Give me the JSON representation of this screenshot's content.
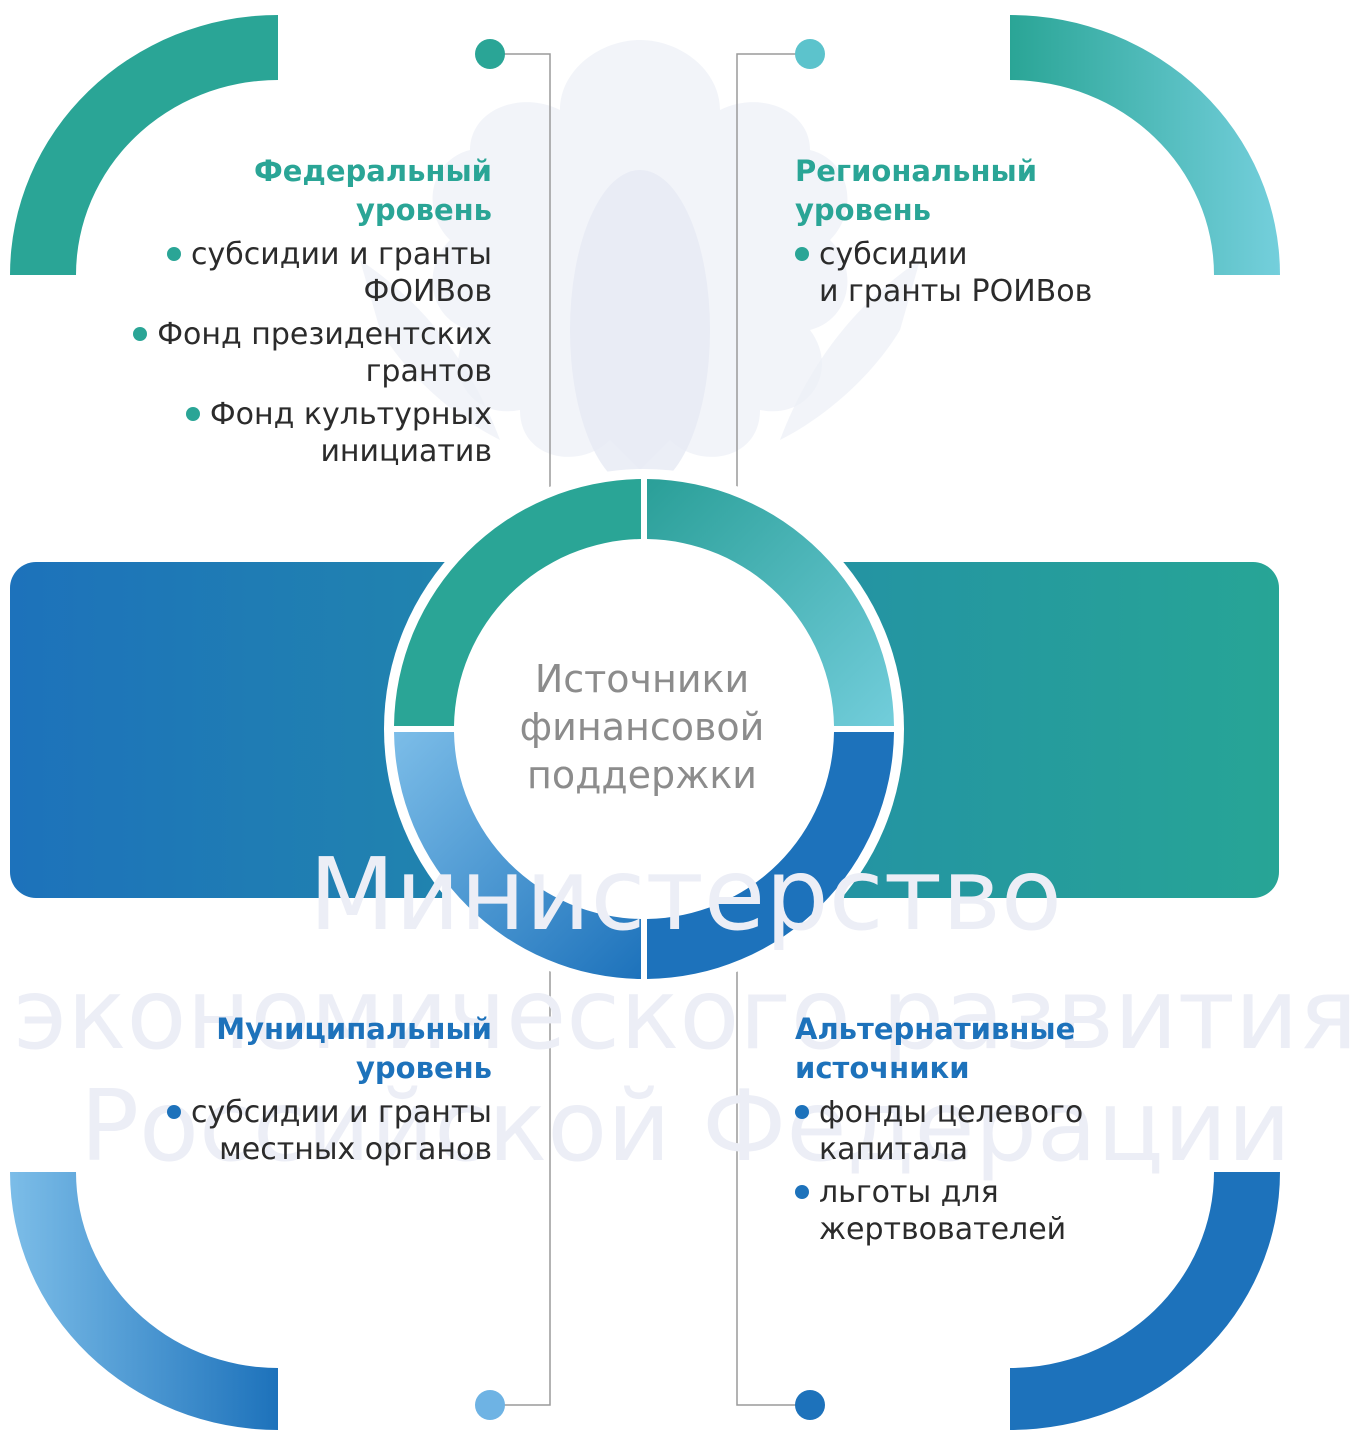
{
  "watermark": {
    "line1": "Министерство",
    "line2": "экономического развития",
    "line3": "Российской Федерации"
  },
  "center": {
    "lines": [
      "Источники",
      "финансовой",
      "поддержки"
    ]
  },
  "quadrants": {
    "federal": {
      "title": [
        "Федеральный",
        "уровень"
      ],
      "items": [
        [
          "субсидии и гранты",
          "ФОИВов"
        ],
        [
          "Фонд президентских",
          "грантов"
        ],
        [
          "Фонд культурных",
          "инициатив"
        ]
      ]
    },
    "regional": {
      "title": [
        "Региональный",
        "уровень"
      ],
      "items": [
        [
          "субсидии",
          "и гранты РОИВов"
        ]
      ]
    },
    "municipal": {
      "title": [
        "Муниципальный",
        "уровень"
      ],
      "items": [
        [
          "субсидии и гранты",
          "местных органов"
        ]
      ]
    },
    "alternative": {
      "title": [
        "Альтернативные",
        "источники"
      ],
      "items": [
        [
          "фонды целевого",
          "капитала"
        ],
        [
          "льготы для",
          "жертвователей"
        ]
      ]
    }
  },
  "colors": {
    "teal": "#2aa596",
    "light_teal": "#6fcbd6",
    "blue": "#1d72bb",
    "light_blue": "#74b8e6",
    "text": "#2b2b2b",
    "center_text": "#8c8c8c"
  }
}
